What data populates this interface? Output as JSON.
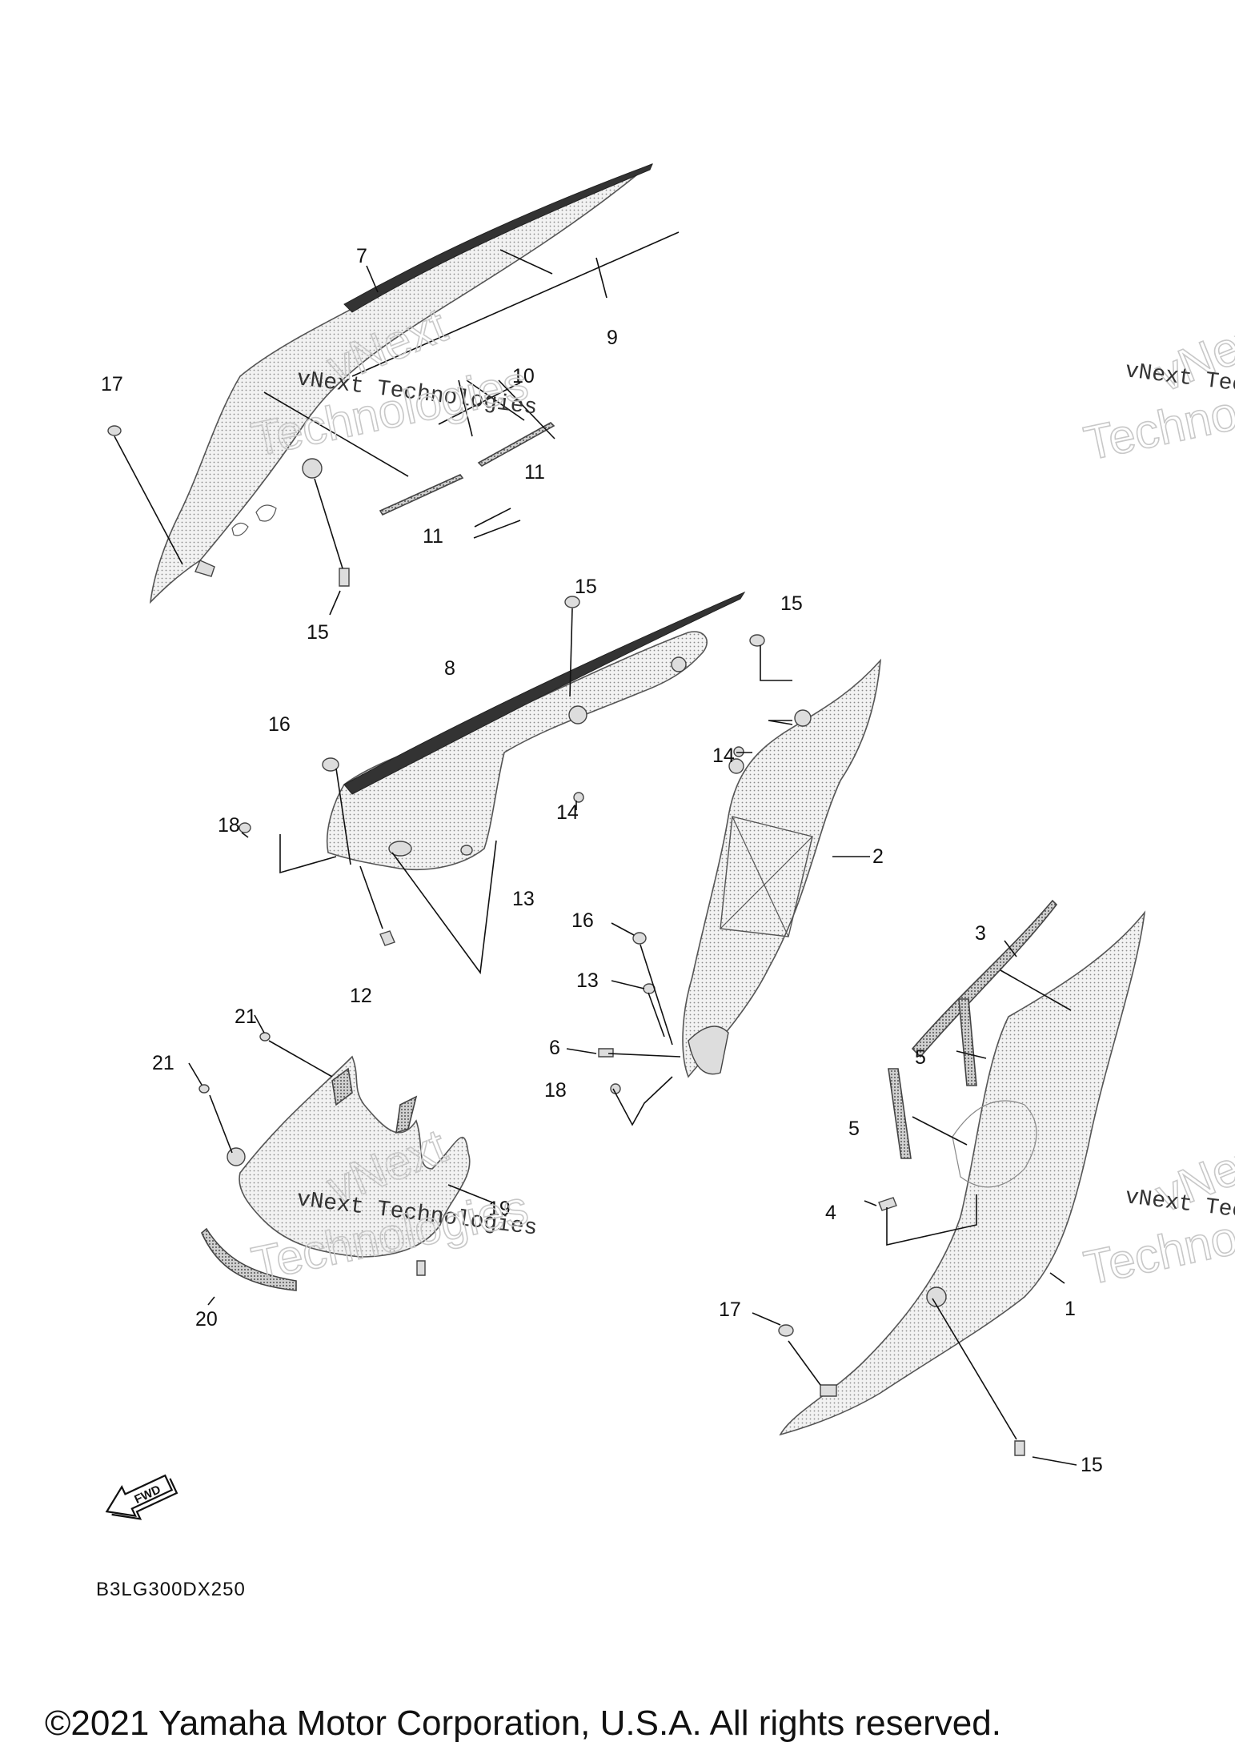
{
  "diagram": {
    "code": "B3LG300DX250",
    "copyright": "©2021 Yamaha Motor Corporation, U.S.A. All rights reserved.",
    "fwd_label": "FWD",
    "watermark": {
      "line1": "vNext Technologies",
      "ghost_top": "vNext",
      "ghost_bottom": "Technologies"
    },
    "callouts": [
      {
        "id": "c7",
        "text": "7"
      },
      {
        "id": "c9",
        "text": "9"
      },
      {
        "id": "c10",
        "text": "10"
      },
      {
        "id": "c11a",
        "text": "11"
      },
      {
        "id": "c11b",
        "text": "11"
      },
      {
        "id": "c17a",
        "text": "17"
      },
      {
        "id": "c15a",
        "text": "15"
      },
      {
        "id": "c15b",
        "text": "15"
      },
      {
        "id": "c15c",
        "text": "15"
      },
      {
        "id": "c8",
        "text": "8"
      },
      {
        "id": "c16a",
        "text": "16"
      },
      {
        "id": "c18a",
        "text": "18"
      },
      {
        "id": "c14a",
        "text": "14"
      },
      {
        "id": "c14b",
        "text": "14"
      },
      {
        "id": "c13a",
        "text": "13"
      },
      {
        "id": "c12",
        "text": "12"
      },
      {
        "id": "c2",
        "text": "2"
      },
      {
        "id": "c3",
        "text": "3"
      },
      {
        "id": "c16b",
        "text": "16"
      },
      {
        "id": "c13b",
        "text": "13"
      },
      {
        "id": "c6",
        "text": "6"
      },
      {
        "id": "c18b",
        "text": "18"
      },
      {
        "id": "c5a",
        "text": "5"
      },
      {
        "id": "c5b",
        "text": "5"
      },
      {
        "id": "c21a",
        "text": "21"
      },
      {
        "id": "c21b",
        "text": "21"
      },
      {
        "id": "c19",
        "text": "19"
      },
      {
        "id": "c20",
        "text": "20"
      },
      {
        "id": "c4",
        "text": "4"
      },
      {
        "id": "c1",
        "text": "1"
      },
      {
        "id": "c17b",
        "text": "17"
      },
      {
        "id": "c15d",
        "text": "15"
      }
    ]
  }
}
